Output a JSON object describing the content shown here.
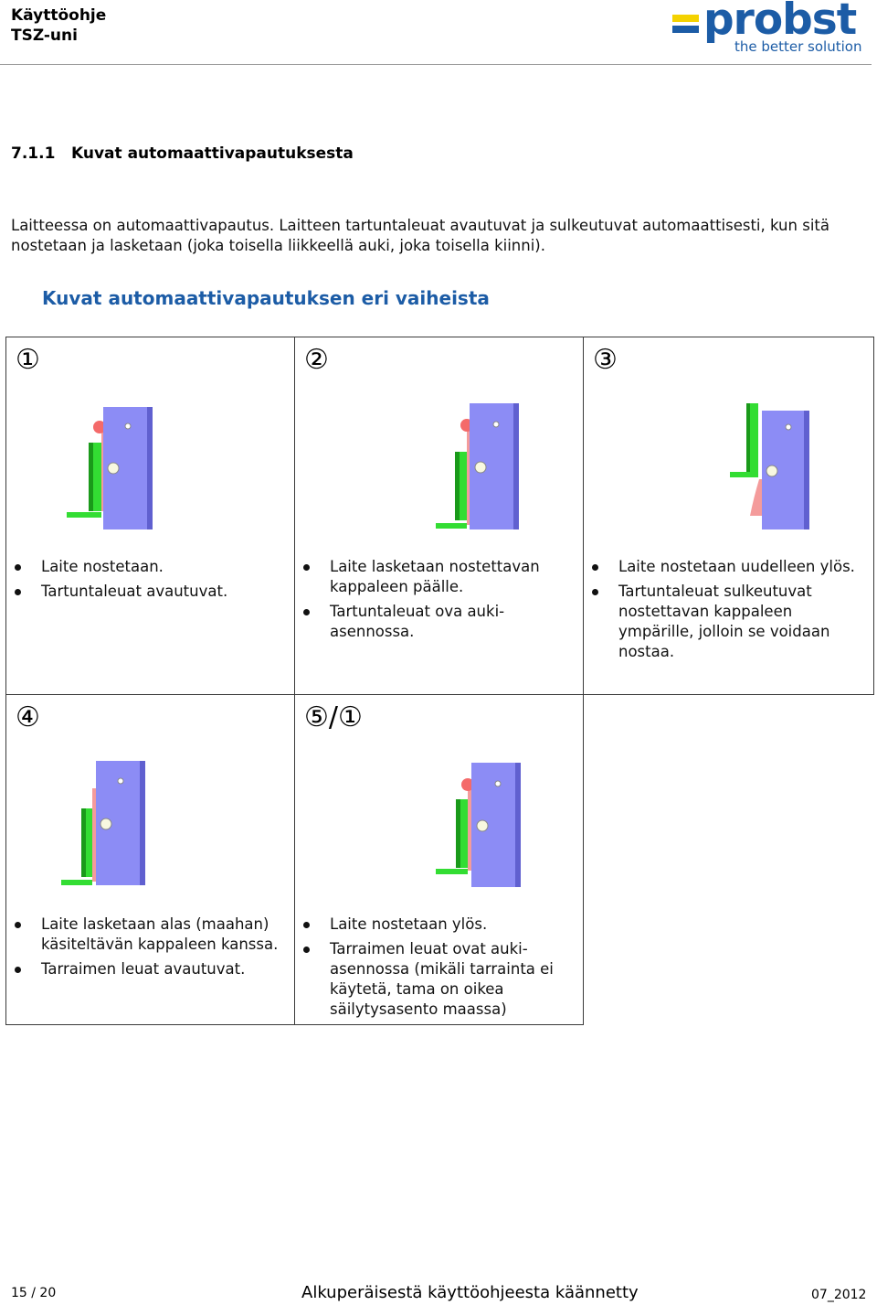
{
  "header": {
    "title_line1": "Käyttöohje",
    "title_line2": "TSZ-uni",
    "logo_text": "probst",
    "logo_tagline": "the better solution",
    "brand_blue": "#1c5ca6",
    "brand_yellow": "#f4d200"
  },
  "section": {
    "number": "7.1.1",
    "title": "Kuvat automaattivapautuksesta"
  },
  "intro": "Laitteessa on automaattivapautus. Laitteen tartuntaleuat avautuvat ja sulkeutuvat automaattisesti, kun sitä nostetaan ja lasketaan (joka toisella liikkeellä auki, joka toisella kiinni).",
  "sub_heading": "Kuvat automaattivapautuksen eri vaiheista",
  "steps": [
    {
      "number": "①",
      "bullets": [
        "Laite nostetaan.",
        "Tartuntaleuat avautuvat."
      ]
    },
    {
      "number": "②",
      "bullets": [
        "Laite lasketaan nostettavan kappaleen päälle.",
        "Tartuntaleuat ova auki-asennossa."
      ]
    },
    {
      "number": "③",
      "bullets": [
        "Laite nostetaan uudelleen ylös.",
        "Tartuntaleuat sulkeutuvat nostettavan kappaleen ympärille, jolloin se voidaan nostaa."
      ]
    },
    {
      "number": "④",
      "bullets": [
        "Laite lasketaan alas (maahan) käsiteltävän kappaleen kanssa.",
        "Tarraimen leuat avautuvat."
      ]
    },
    {
      "number": "⑤/①",
      "bullets": [
        "Laite nostetaan ylös.",
        "Tarraimen leuat ovat auki-asennossa (mikäli tarrainta ei käytetä, tama on oikea säilytysasento maassa)"
      ]
    }
  ],
  "colors": {
    "device": "#8c8cf5",
    "jaw": "#33dd33",
    "pad": "#f49b9b",
    "latch": "#f46a6a"
  },
  "footer": {
    "page": "15 / 20",
    "center": "Alkuperäisestä käyttöohjeesta käännetty",
    "date": "07_2012"
  }
}
